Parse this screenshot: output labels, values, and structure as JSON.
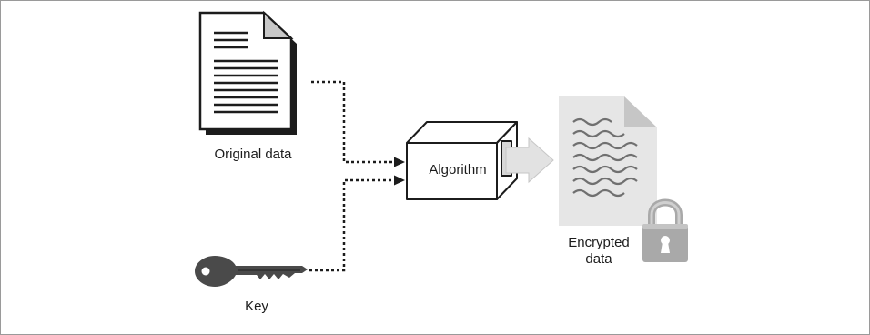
{
  "diagram": {
    "original_label": "Original data",
    "algorithm_label": "Algorithm",
    "encrypted_label_line1": "Encrypted",
    "encrypted_label_line2": "data",
    "key_label": "Key"
  },
  "colors": {
    "ink": "#1c1c1c",
    "key_fill": "#4a4a4a",
    "encrypted_doc": "#e6e6e6",
    "wave": "#707070",
    "arrow_fill": "#e2e2e2",
    "lock": "#a9a9a9"
  },
  "icons": [
    "document-icon",
    "key-icon",
    "algorithm-box-icon",
    "encrypted-document-icon",
    "padlock-icon",
    "output-arrow-icon"
  ]
}
